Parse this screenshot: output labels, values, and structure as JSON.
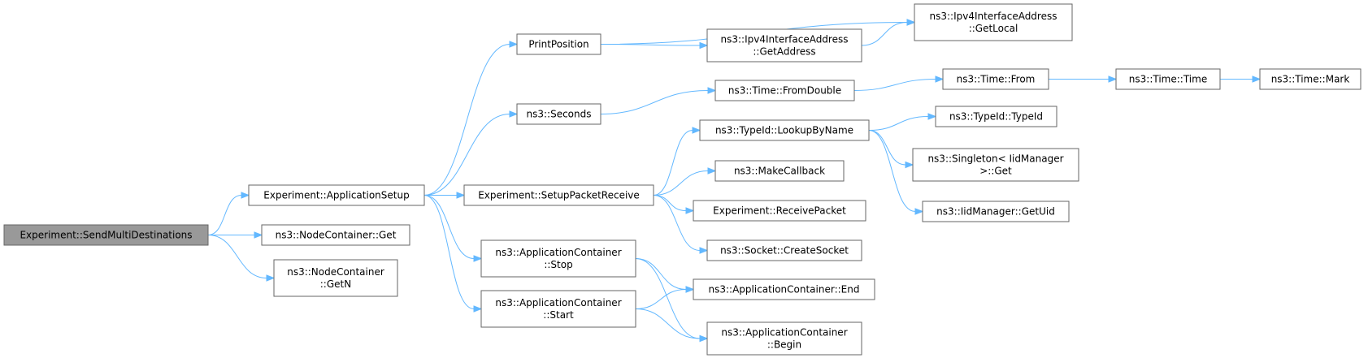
{
  "colors": {
    "node_border": "#666666",
    "node_fill": "#ffffff",
    "root_fill": "#999999",
    "edge": "#63b8ff"
  },
  "nodes": {
    "send_multi": {
      "lines": [
        "Experiment::SendMultiDestinations"
      ],
      "root": true
    },
    "app_setup": {
      "lines": [
        "Experiment::ApplicationSetup"
      ]
    },
    "nc_get": {
      "lines": [
        "ns3::NodeContainer::Get"
      ]
    },
    "nc_getn": {
      "lines": [
        "ns3::NodeContainer",
        "::GetN"
      ]
    },
    "print_position": {
      "lines": [
        "PrintPosition"
      ]
    },
    "seconds": {
      "lines": [
        "ns3::Seconds"
      ]
    },
    "setup_packet_receive": {
      "lines": [
        "Experiment::SetupPacketReceive"
      ]
    },
    "ac_stop": {
      "lines": [
        "ns3::ApplicationContainer",
        "::Stop"
      ]
    },
    "ac_start": {
      "lines": [
        "ns3::ApplicationContainer",
        "::Start"
      ]
    },
    "ipv4_get_local": {
      "lines": [
        "ns3::Ipv4InterfaceAddress",
        "::GetLocal"
      ]
    },
    "ipv4_get_address": {
      "lines": [
        "ns3::Ipv4InterfaceAddress",
        "::GetAddress"
      ]
    },
    "time_from_double": {
      "lines": [
        "ns3::Time::FromDouble"
      ]
    },
    "lookup_by_name": {
      "lines": [
        "ns3::TypeId::LookupByName"
      ]
    },
    "make_callback": {
      "lines": [
        "ns3::MakeCallback"
      ]
    },
    "receive_packet": {
      "lines": [
        "Experiment::ReceivePacket"
      ]
    },
    "create_socket": {
      "lines": [
        "ns3::Socket::CreateSocket"
      ]
    },
    "ac_end": {
      "lines": [
        "ns3::ApplicationContainer::End"
      ]
    },
    "ac_begin": {
      "lines": [
        "ns3::ApplicationContainer",
        "::Begin"
      ]
    },
    "time_from": {
      "lines": [
        "ns3::Time::From"
      ]
    },
    "typeid_typeid": {
      "lines": [
        "ns3::TypeId::TypeId"
      ]
    },
    "singleton_get": {
      "lines": [
        "ns3::Singleton< IidManager",
        ">::Get"
      ]
    },
    "iid_get_uid": {
      "lines": [
        "ns3::IidManager::GetUid"
      ]
    },
    "time_time": {
      "lines": [
        "ns3::Time::Time"
      ]
    },
    "time_mark": {
      "lines": [
        "ns3::Time::Mark"
      ]
    }
  },
  "edges": [
    [
      "send_multi",
      "app_setup"
    ],
    [
      "send_multi",
      "nc_get"
    ],
    [
      "send_multi",
      "nc_getn"
    ],
    [
      "app_setup",
      "print_position"
    ],
    [
      "app_setup",
      "seconds"
    ],
    [
      "app_setup",
      "setup_packet_receive"
    ],
    [
      "app_setup",
      "ac_stop"
    ],
    [
      "app_setup",
      "ac_start"
    ],
    [
      "print_position",
      "ipv4_get_local"
    ],
    [
      "print_position",
      "ipv4_get_address"
    ],
    [
      "ipv4_get_address",
      "ipv4_get_local"
    ],
    [
      "seconds",
      "time_from_double"
    ],
    [
      "time_from_double",
      "time_from"
    ],
    [
      "time_from",
      "time_time"
    ],
    [
      "time_time",
      "time_mark"
    ],
    [
      "setup_packet_receive",
      "lookup_by_name"
    ],
    [
      "setup_packet_receive",
      "make_callback"
    ],
    [
      "setup_packet_receive",
      "receive_packet"
    ],
    [
      "setup_packet_receive",
      "create_socket"
    ],
    [
      "lookup_by_name",
      "typeid_typeid"
    ],
    [
      "lookup_by_name",
      "singleton_get"
    ],
    [
      "lookup_by_name",
      "iid_get_uid"
    ],
    [
      "ac_stop",
      "ac_end"
    ],
    [
      "ac_stop",
      "ac_begin"
    ],
    [
      "ac_start",
      "ac_end"
    ],
    [
      "ac_start",
      "ac_begin"
    ]
  ]
}
